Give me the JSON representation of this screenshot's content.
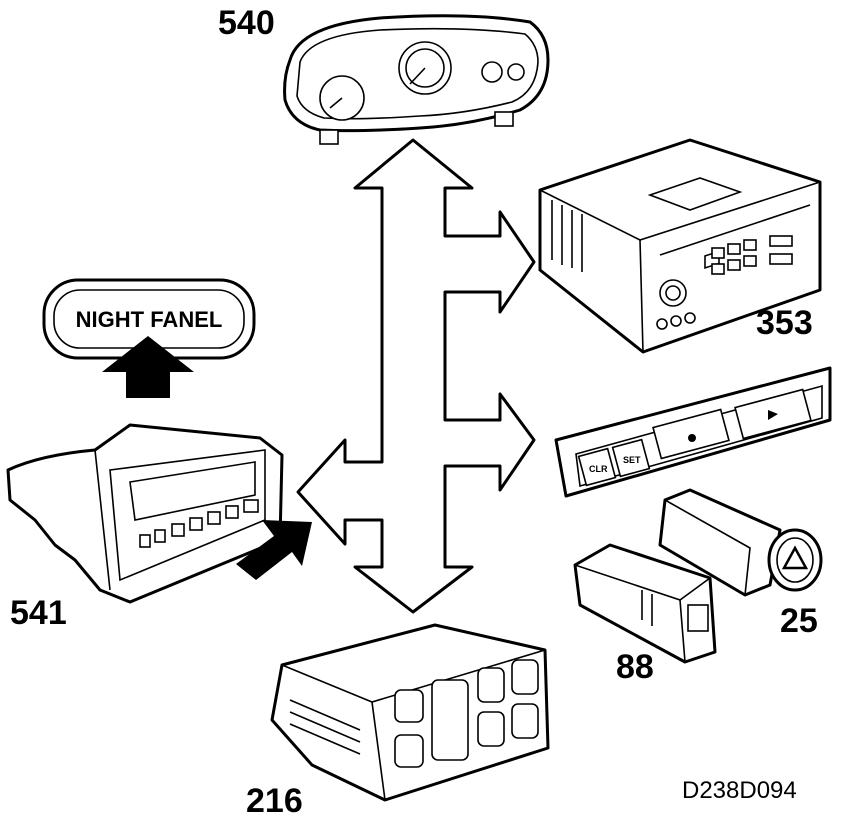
{
  "labels": {
    "cluster": "540",
    "radio": "353",
    "night_panel_unit": "541",
    "acc_unit": "216",
    "lighter": "25",
    "fog_switch": "88"
  },
  "night_panel_sign": "NIGHT FANEL",
  "cruise_buttons": [
    "CLR",
    "SET"
  ],
  "drawing_code": "D238D094"
}
